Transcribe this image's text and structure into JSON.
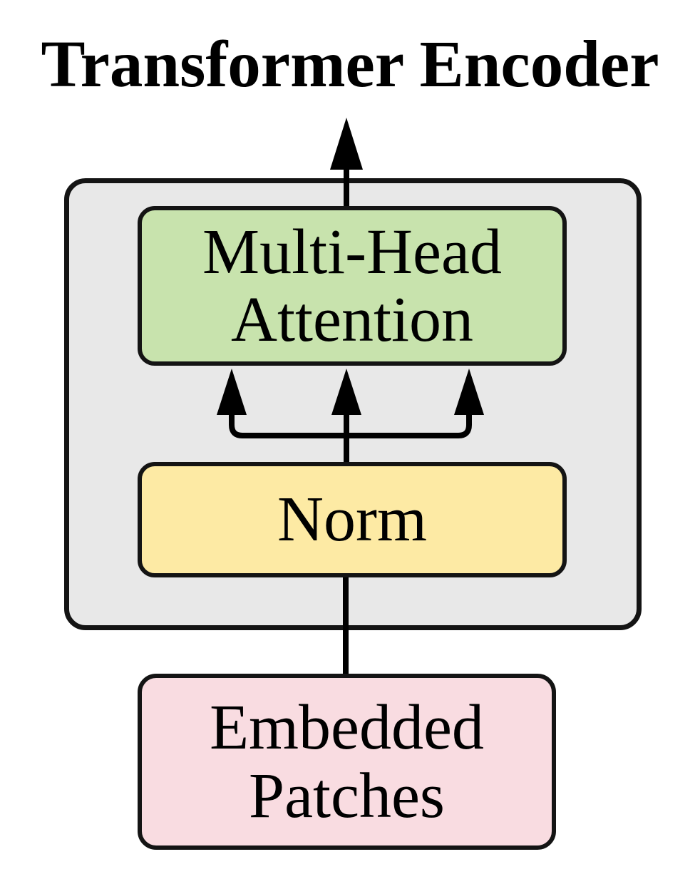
{
  "title": "Transformer Encoder",
  "colors": {
    "background": "#ffffff",
    "encoder_container_fill": "#e8e8e8",
    "attention_fill": "#c8e3ad",
    "norm_fill": "#fdeaa4",
    "patches_fill": "#f9dce1",
    "stroke": "#000000",
    "text": "#000000"
  },
  "nodes": {
    "attention": {
      "line1": "Multi-Head",
      "line2": "Attention"
    },
    "norm": {
      "label": "Norm"
    },
    "patches": {
      "line1": "Embedded",
      "line2": "Patches"
    }
  },
  "edges": [
    {
      "from": "Encoder block",
      "to": "output (top)",
      "arrowheads": 1
    },
    {
      "from": "Norm",
      "to": "Multi-Head Attention",
      "arrowheads": 3
    },
    {
      "from": "Embedded Patches",
      "to": "Norm",
      "arrowheads": 0
    }
  ]
}
